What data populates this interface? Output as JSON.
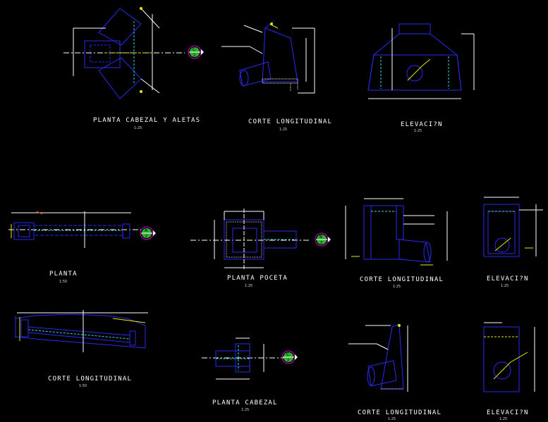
{
  "colors": {
    "background": "#000000",
    "outline": "#2a2af0",
    "dimension": "#ffffff",
    "hidden_line": "#2ed6e6",
    "hatch": "#f0f0f0",
    "annotation": "#e8e800",
    "marker_fill": "#2fae2f",
    "marker_ring": "#d000d0"
  },
  "views": {
    "v1": {
      "title": "PLANTA CABEZAL Y ALETAS",
      "scale": "1:25"
    },
    "v2": {
      "title": "CORTE LONGITUDINAL",
      "scale": "1:25"
    },
    "v3": {
      "title": "ELEVACI?N",
      "scale": "1:25"
    },
    "v4": {
      "title": "PLANTA",
      "scale": "1:50"
    },
    "v5": {
      "title": "PLANTA POCETA",
      "scale": "1:25"
    },
    "v6": {
      "title": "CORTE LONGITUDINAL",
      "scale": "1:25"
    },
    "v7": {
      "title": "ELEVACI?N",
      "scale": "1:25"
    },
    "v8": {
      "title": "CORTE LONGITUDINAL",
      "scale": "1:50"
    },
    "v9": {
      "title": "PLANTA CABEZAL",
      "scale": "1:25"
    },
    "v10": {
      "title": "CORTE LONGITUDINAL",
      "scale": "1:25"
    },
    "v11": {
      "title": "ELEVACI?N",
      "scale": "1:25"
    }
  },
  "section_markers": {
    "m1": {
      "letter": "C",
      "number": "2"
    },
    "m2": {
      "letter": "A",
      "number": "2"
    },
    "m3": {
      "letter": "B",
      "number": "2"
    },
    "m4": {
      "letter": "C",
      "number": "2"
    }
  }
}
